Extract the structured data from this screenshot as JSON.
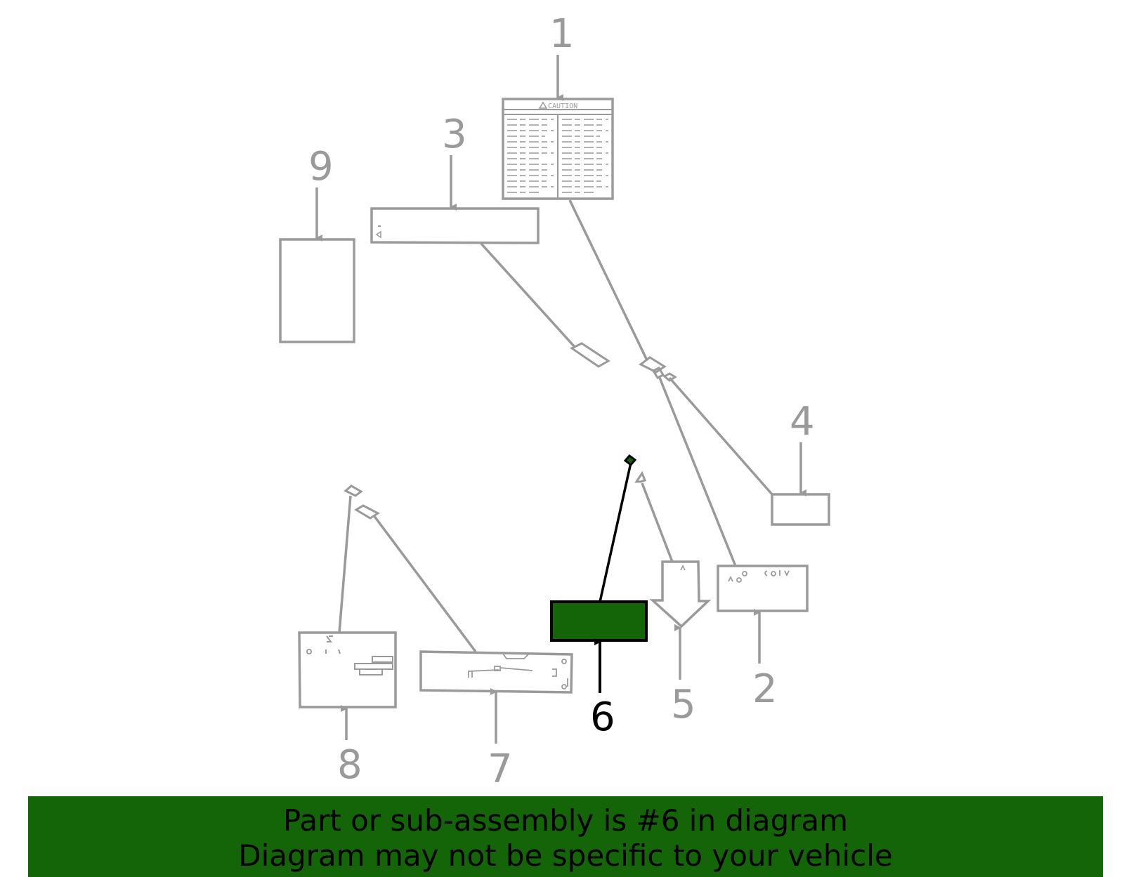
{
  "diagram": {
    "highlight_color": "#136508",
    "line_color": "#9a9a9a",
    "selected_part": "6",
    "callouts": {
      "part1": "1",
      "part2": "2",
      "part3": "3",
      "part4": "4",
      "part5": "5",
      "part6": "6",
      "part7": "7",
      "part8": "8",
      "part9": "9"
    },
    "caution_label": "CAUTION"
  },
  "banner": {
    "line1": "Part or sub-assembly is #6 in diagram",
    "line2": "Diagram may not be specific to your vehicle",
    "background": "#136508"
  }
}
